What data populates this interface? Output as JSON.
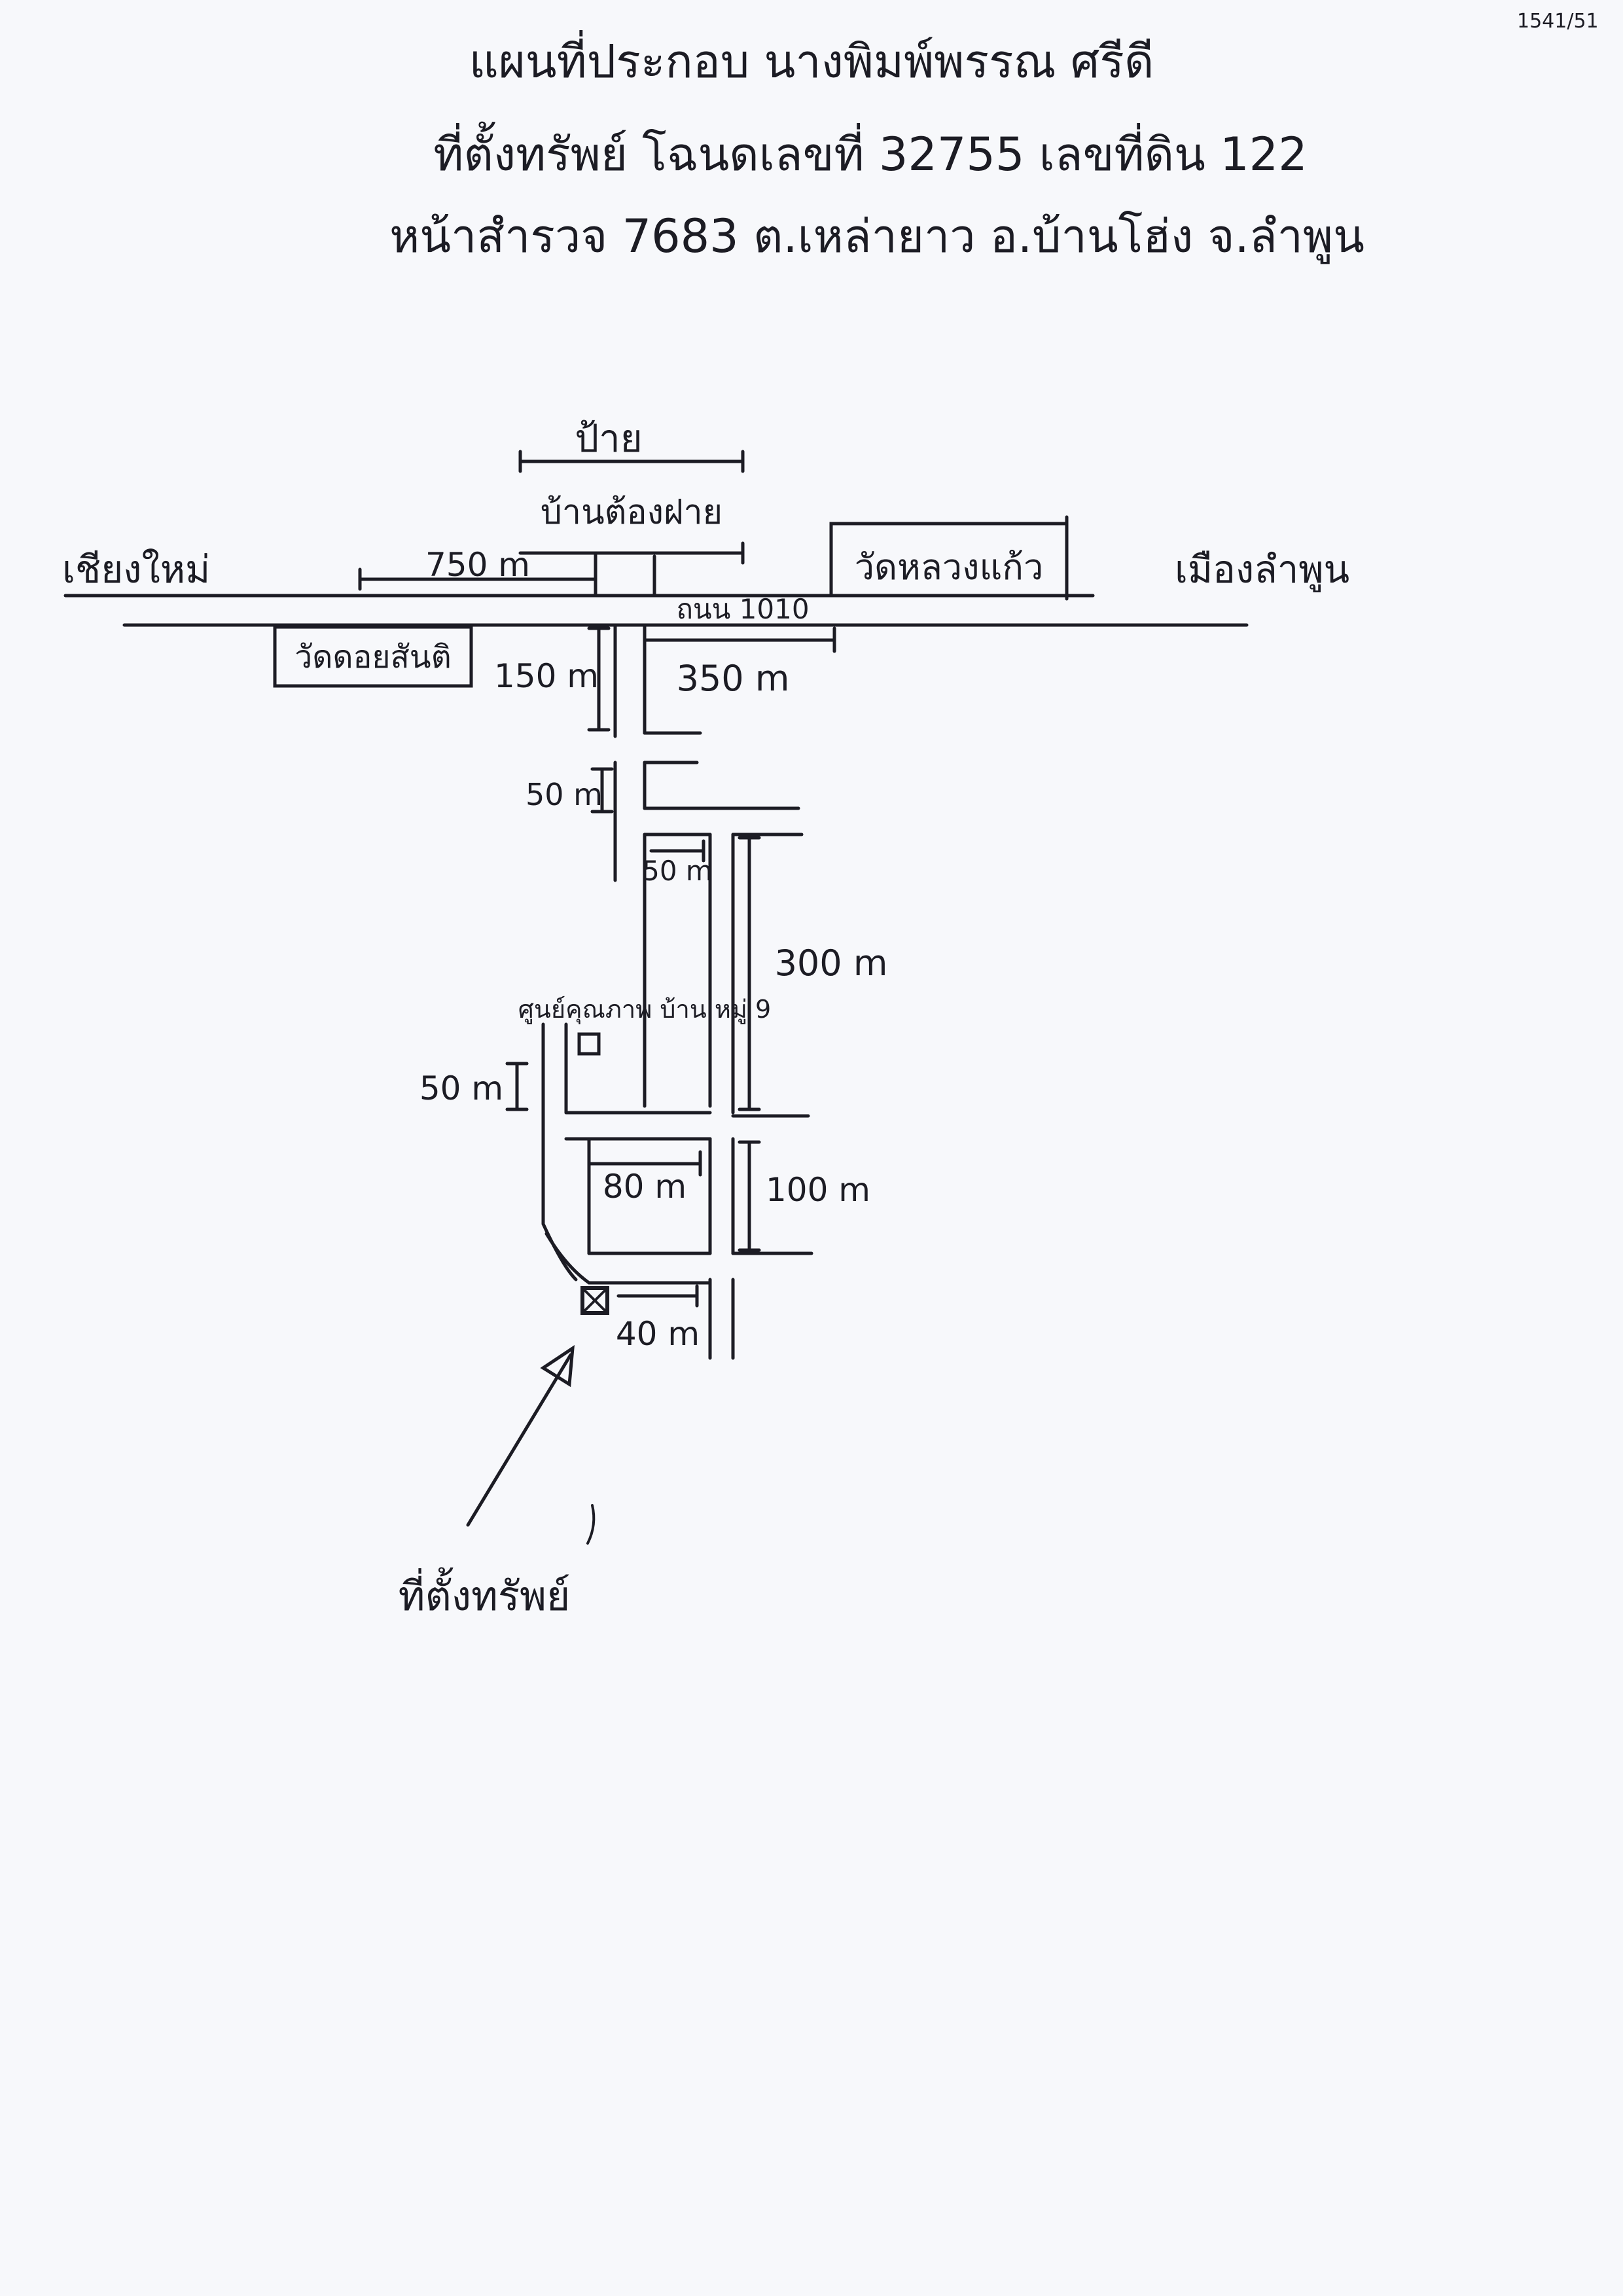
{
  "header": {
    "page_ref": "1541/51",
    "line1": "แผนที่ประกอบ   นางพิมพ์พรรณ   ศรีดี",
    "line2": "ที่ตั้งทรัพย์  โฉนดเลขที่  32755  เลขที่ดิน  122",
    "line3": "หน้าสำรวจ  7683   ต.เหล่ายาว  อ.บ้านโฮ่ง  จ.ลำพูน"
  },
  "map": {
    "direction_left": "เชียงใหม่",
    "direction_right": "เมืองลำพูน",
    "sign_label": "ป้าย",
    "sign_text": "บ้านต้องฝาย",
    "temple_right": "วัดหลวงแก้ว",
    "temple_left": "วัดดอยสันติ",
    "road_label": "ถนน 1010",
    "village_label": "ศูนย์คุณภาพ บ้าน หมู่ 9",
    "property_label": "ที่ตั้งทรัพย์"
  },
  "distances": {
    "d750": "750 m",
    "d150": "150 m",
    "d350": "350 m",
    "d50a": "50 m",
    "d50b": "50 m",
    "d300": "300 m",
    "d50c": "50 m",
    "d80": "80 m",
    "d100": "100 m",
    "d40": "40 m"
  }
}
